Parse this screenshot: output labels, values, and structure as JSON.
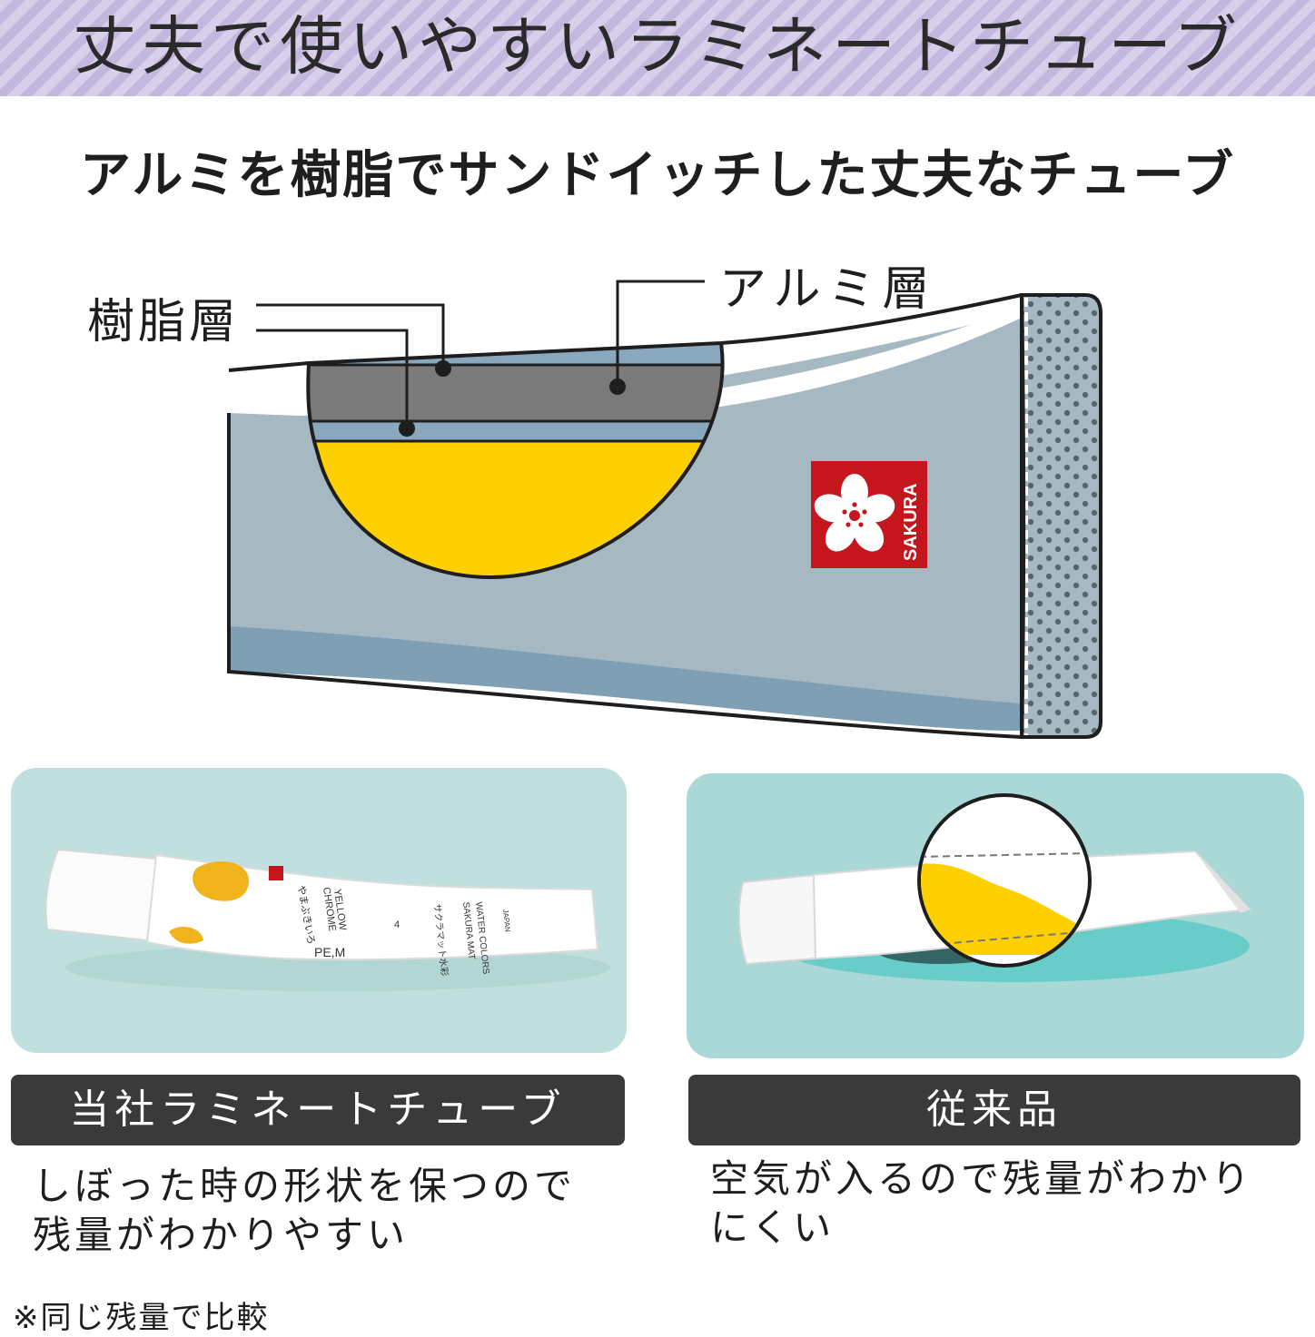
{
  "banner": {
    "title": "丈夫で使いやすいラミネートチューブ"
  },
  "subtitle": "アルミを樹脂でサンドイッチした丈夫なチューブ",
  "diagram": {
    "label_resin": "樹脂層",
    "label_aluminum": "アルミ層",
    "brand_logo_text": "SAKURA"
  },
  "left_photo": {
    "tube_text": [
      "やまぶきいろ",
      "CHROME",
      "YELLOW",
      "4",
      "PE,M",
      "サクラマット水彩",
      "SAKURA MAT",
      "WATER COLORS",
      "JAPAN"
    ]
  },
  "left_panel": {
    "title": "当社ラミネートチューブ",
    "desc_line1": "しぼった時の形状を保つので",
    "desc_line2": "残量がわかりやすい"
  },
  "right_panel": {
    "title": "従来品",
    "desc_line1": "空気が入るので残量がわかり",
    "desc_line2": "にくい"
  },
  "note": "※同じ残量で比較",
  "colors": {
    "banner_stripe_light": "#d8d0ea",
    "banner_stripe_dark": "#c3b7dd",
    "tube_gray_blue": "#a6b9c2",
    "tube_shadow_blue": "#7f9fb4",
    "layer_resin": "#89a7bd",
    "layer_aluminum": "#7a7a7a",
    "paint_yellow": "#ffd000",
    "sakura_red": "#c4161c",
    "bar_dark": "#3a3a3a",
    "left_bg": "#bfe0de",
    "right_bg": "#a9d8d6"
  }
}
